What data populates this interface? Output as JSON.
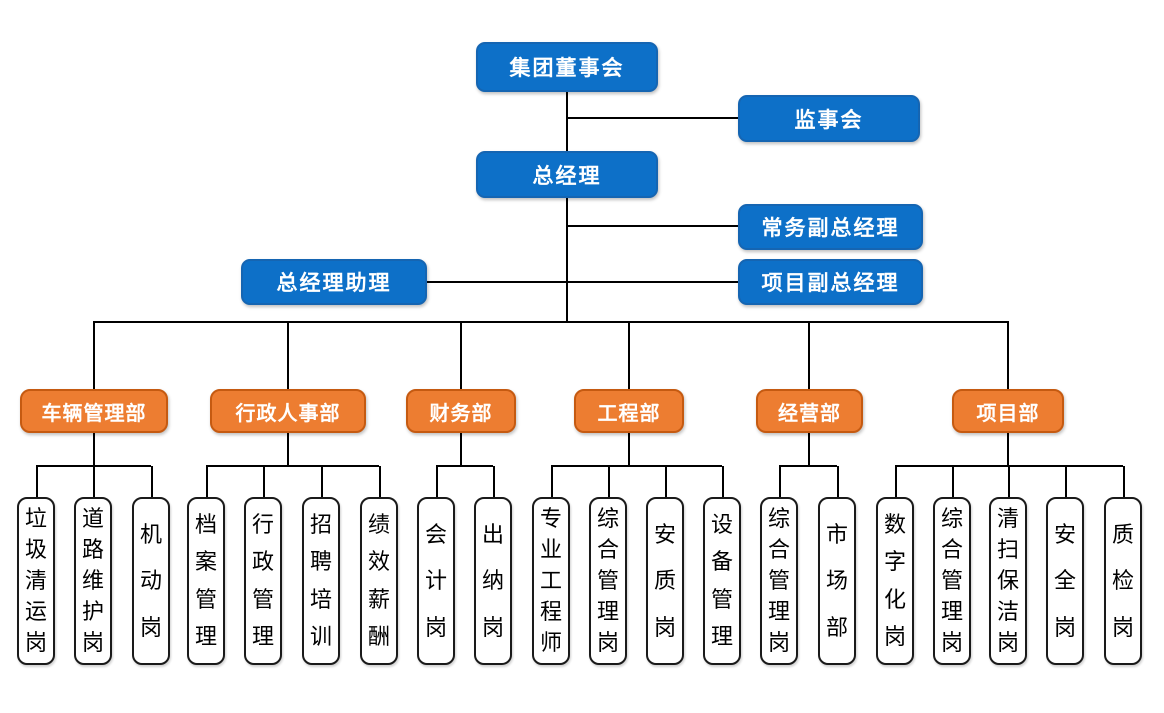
{
  "executives": {
    "board": "集团董事会",
    "supervisory_board": "监事会",
    "general_manager": "总经理",
    "executive_deputy_gm": "常务副总经理",
    "gm_assistant": "总经理助理",
    "project_deputy_gm": "项目副总经理"
  },
  "departments": [
    {
      "label": "车辆管理部",
      "positions": [
        "垃圾清运岗",
        "道路维护岗",
        "机动岗"
      ]
    },
    {
      "label": "行政人事部",
      "positions": [
        "档案管理",
        "行政管理",
        "招聘培训",
        "绩效薪酬"
      ]
    },
    {
      "label": "财务部",
      "positions": [
        "会计岗",
        "出纳岗"
      ]
    },
    {
      "label": "工程部",
      "positions": [
        "专业工程师",
        "综合管理岗",
        "安质岗",
        "设备管理"
      ]
    },
    {
      "label": "经营部",
      "positions": [
        "综合管理岗",
        "市场部"
      ]
    },
    {
      "label": "项目部",
      "positions": [
        "数字化岗",
        "综合管理岗",
        "清扫保洁岗",
        "安全岗",
        "质检岗"
      ]
    }
  ],
  "colors": {
    "blue": "#0d70c8",
    "blue_border": "#1565b2",
    "orange": "#ed7d31",
    "orange_border": "#c55a11",
    "white_box_border": "#1a1a1a",
    "line": "#000000"
  }
}
